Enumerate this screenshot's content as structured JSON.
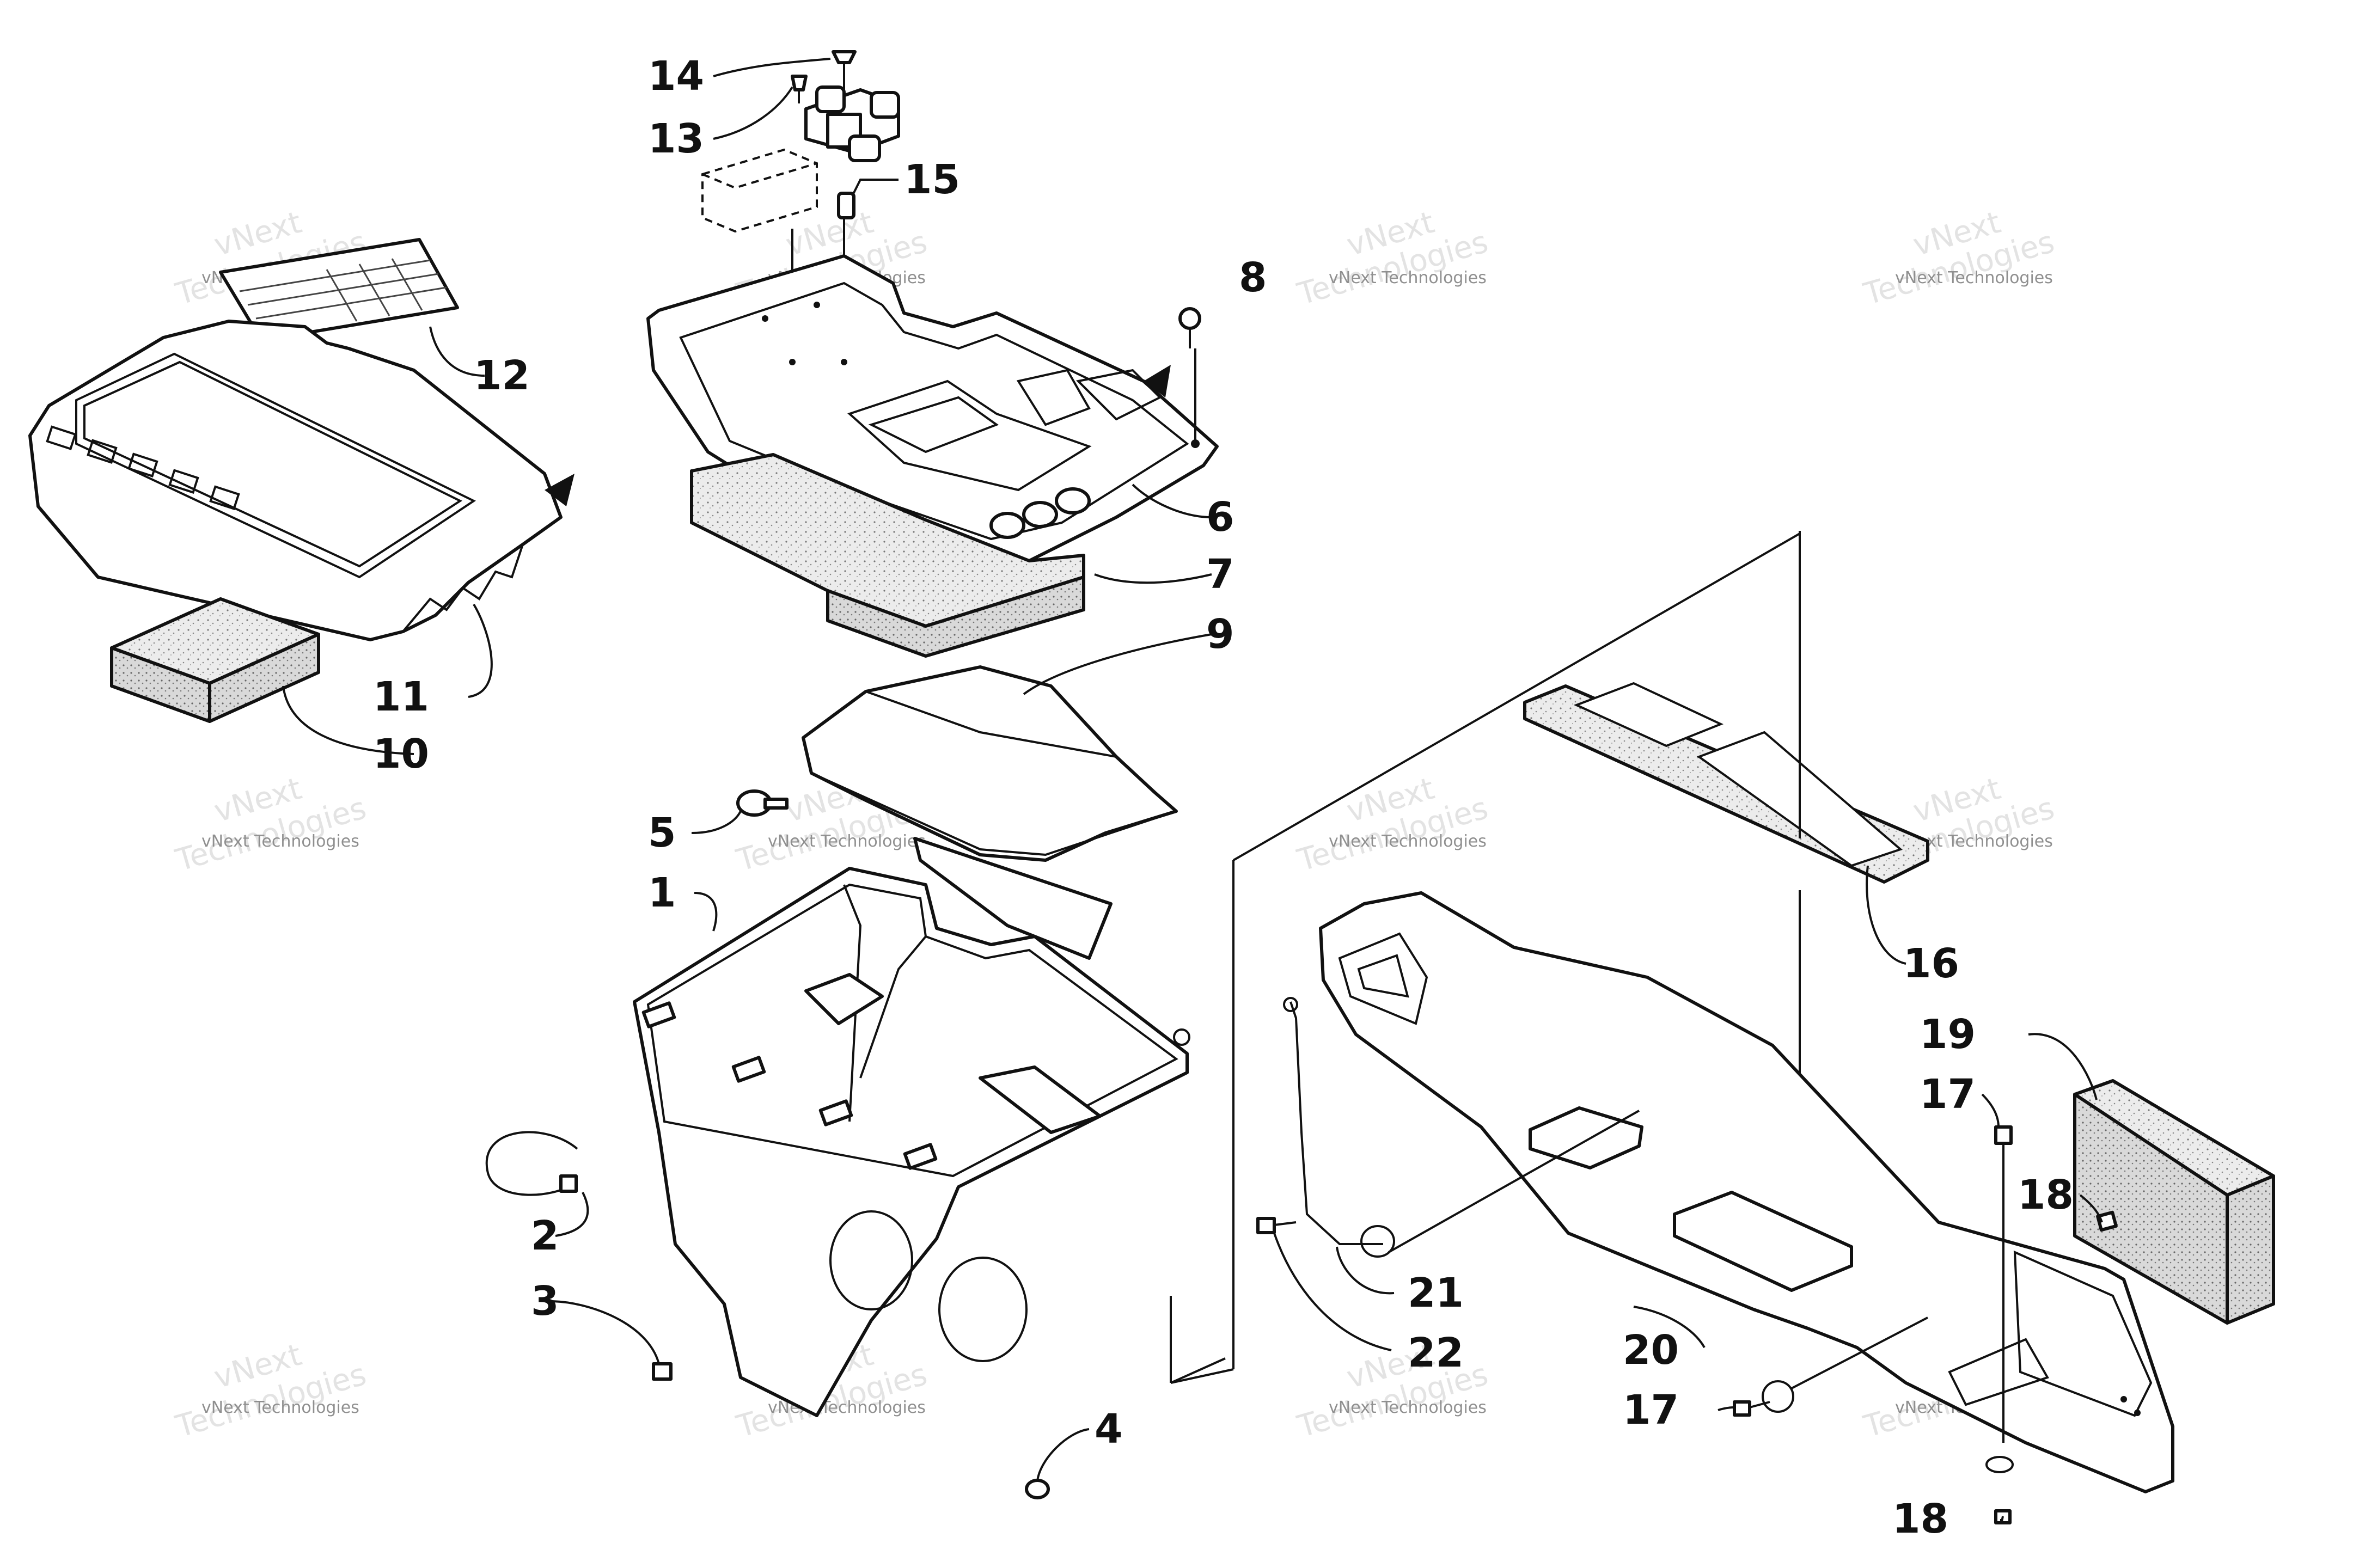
{
  "watermark": {
    "line1": "vNext Technologies",
    "line2_a": "vNext",
    "line2_b": "Technologies"
  },
  "callouts": [
    "1",
    "2",
    "3",
    "4",
    "5",
    "6",
    "7",
    "8",
    "9",
    "10",
    "11",
    "12",
    "13",
    "14",
    "15",
    "16",
    "17",
    "17",
    "18",
    "18",
    "19",
    "20",
    "21",
    "22"
  ]
}
